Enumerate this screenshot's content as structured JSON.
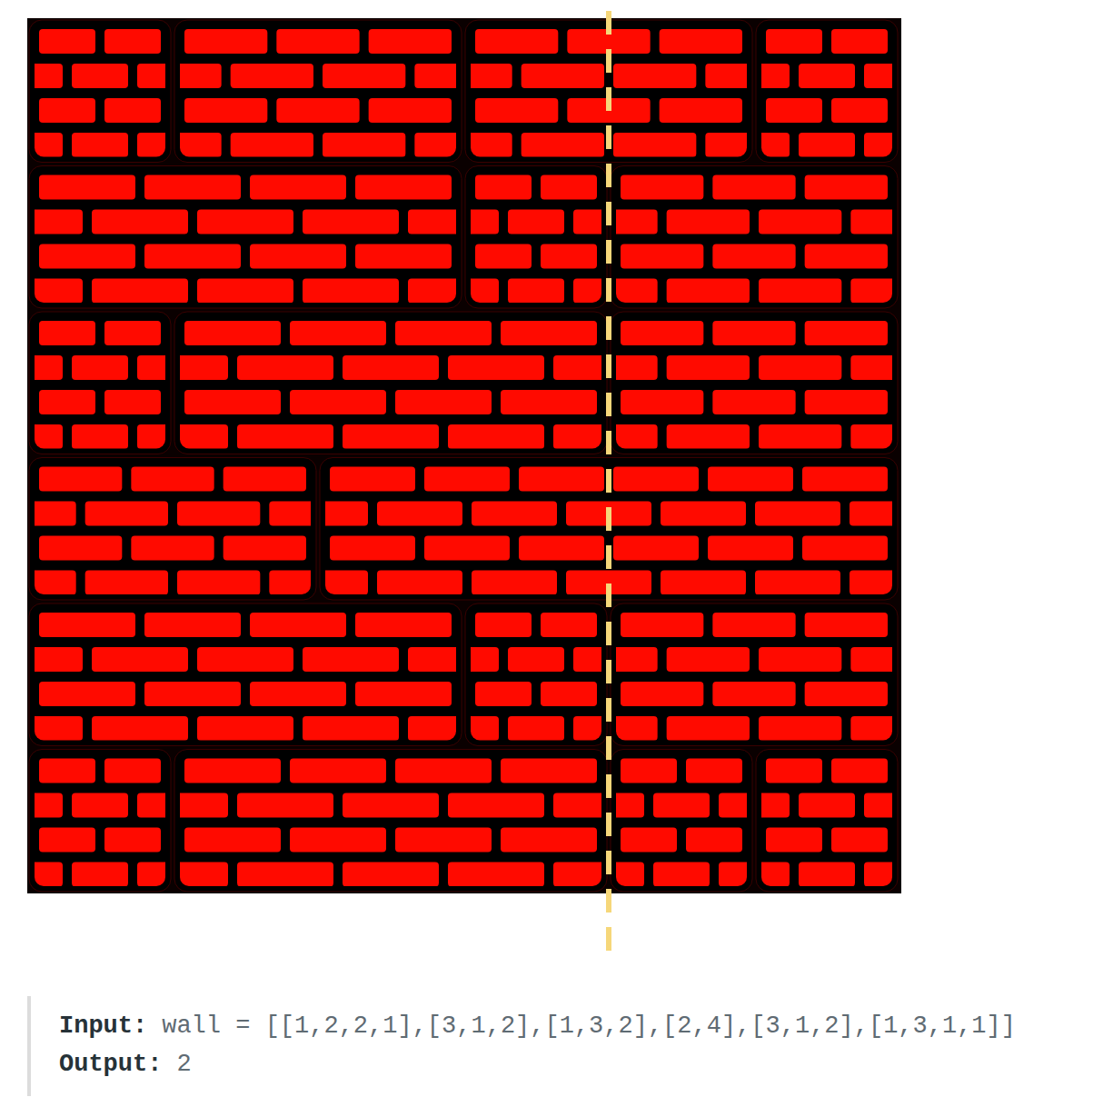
{
  "diagram": {
    "labels": [
      "Input:",
      "wall = [[1,2,2,1],[3,1,2],[1,3,2],[2,4],[3,1,2],[1,3,1,1]]",
      "Output:",
      "2"
    ]
  }
}
